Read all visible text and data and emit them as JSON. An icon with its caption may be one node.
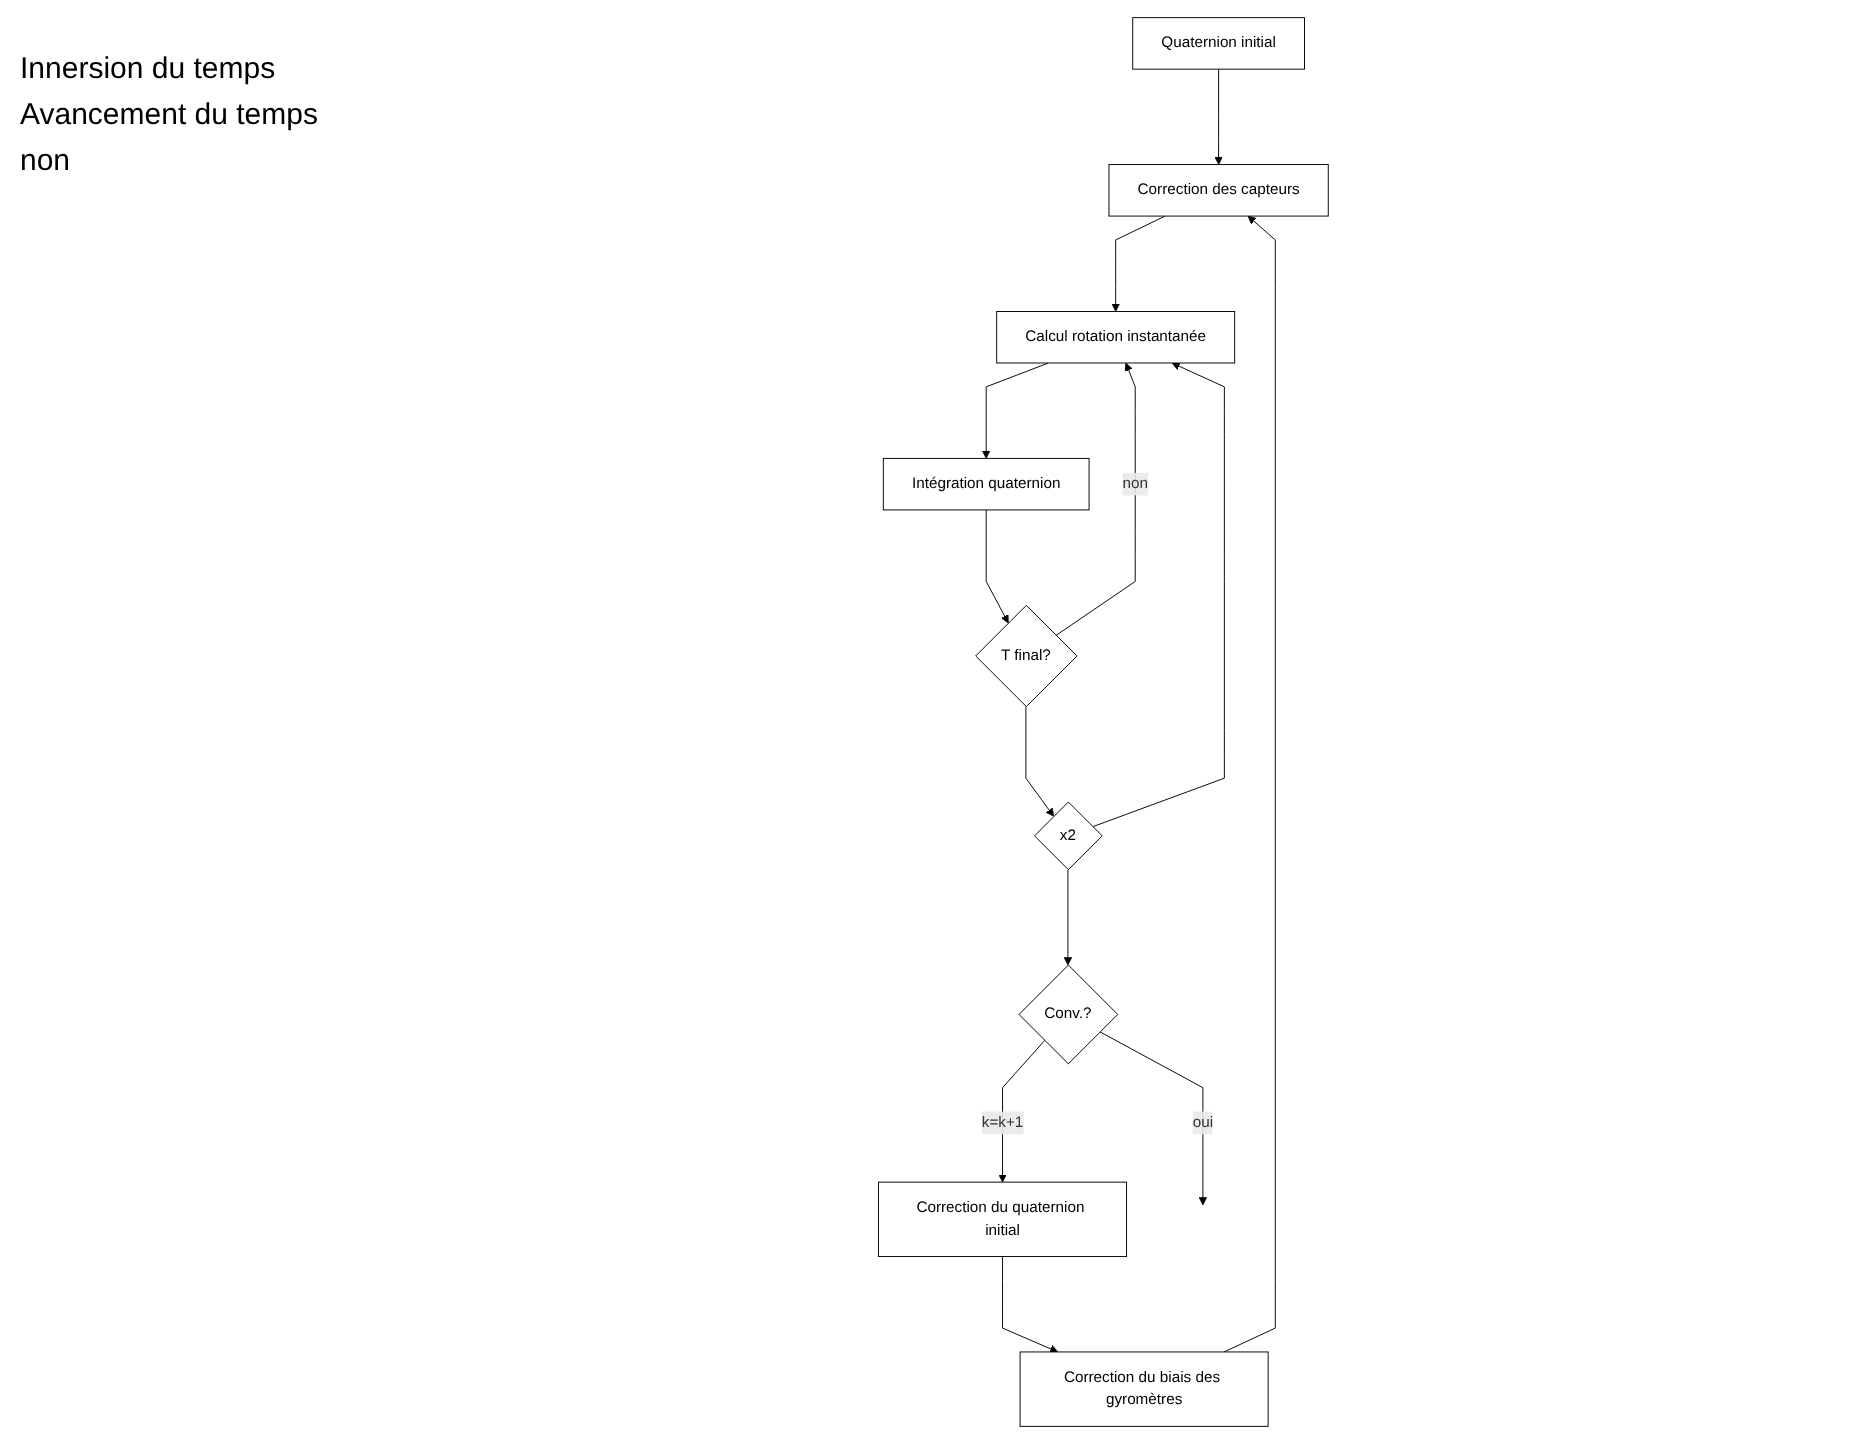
{
  "diagram": {
    "nodes": [
      {
        "text": [
          "Quaternion initial"
        ]
      },
      {
        "text": [
          "Correction des capteurs"
        ]
      },
      {
        "text": [
          "Calcul rotation instantanée"
        ]
      },
      {
        "text": [
          "Intégration quaternion"
        ]
      },
      {
        "text": [
          "T final?"
        ]
      },
      {
        "text": [
          "x2"
        ]
      },
      {
        "text": [
          "Conv.?"
        ]
      },
      {
        "text": [
          "Correction du quaternion initial"
        ]
      },
      {
        "text": [
          "Correction du biais des gyromètres"
        ]
      }
    ],
    "edges": [
      {
        "from": 0,
        "to": 1,
        "arrow": "to"
      },
      {
        "from": 1,
        "to": 2,
        "arrow": "to"
      },
      {
        "from": 2,
        "to": 3,
        "arrow": "to"
      },
      {
        "from": 3,
        "to": 4,
        "arrow": "to"
      },
      {
        "from": 4,
        "to": 2,
        "arrow": "to",
        "label": "non"
      },
      {
        "from": 4,
        "to": 5,
        "arrow": "to"
      },
      {
        "from": 5,
        "to": 2,
        "arrow": "to"
      },
      {
        "from": 5,
        "to": 6,
        "arrow": "to"
      },
      {
        "from": 6,
        "to": 7,
        "arrow": "to",
        "label": "k=k+1"
      },
      {
        "from": 7,
        "to": 8,
        "arrow": "to"
      },
      {
        "from": 8,
        "to": 1,
        "arrow": "to"
      },
      {
        "from": 6,
        "to": null,
        "arrow": "to",
        "label": "oui"
      }
    ],
    "labels": [
      "Innersion du temps",
      "Avancement du temps",
      "non"
    ]
  }
}
